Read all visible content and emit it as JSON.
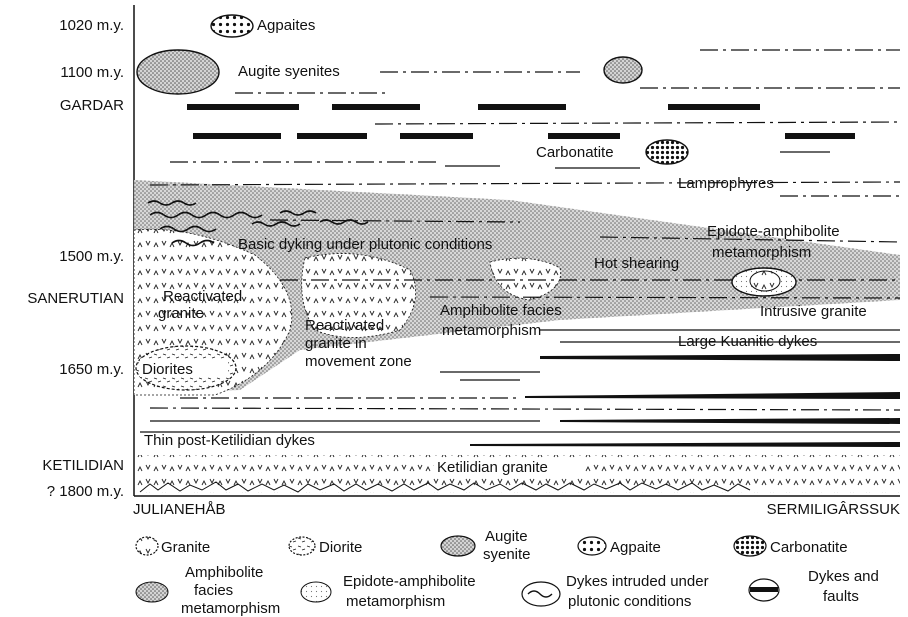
{
  "time_labels": {
    "t1020": "1020 m.y.",
    "t1100": "1100 m.y.",
    "gardar": "GARDAR",
    "t1500": "1500 m.y.",
    "sanerutian": "SANERUTIAN",
    "t1650": "1650 m.y.",
    "ketilidian": "KETILIDIAN",
    "t1800": "? 1800 m.y."
  },
  "locations": {
    "west": "JULIANEHÅB",
    "east": "SERMILIGÂRSSUK"
  },
  "body_labels": {
    "agpaites": "Agpaites",
    "augite_syenites": "Augite syenites",
    "carbonatite": "Carbonatite",
    "lamprophyres": "Lamprophyres",
    "epidote_amph_1": "Epidote-amphibolite",
    "epidote_amph_2": "metamorphism",
    "basic_dyking": "Basic dyking under plutonic conditions",
    "hot_shearing": "Hot shearing",
    "reactivated_granite_1": "Reactivated",
    "reactivated_granite_2": "granite",
    "intrusive_granite": "Intrusive granite",
    "amph_facies_1": "Amphibolite facies",
    "amph_facies_2": "metamorphism",
    "reactivated_move_1": "Reactivated",
    "reactivated_move_2": "granite in",
    "reactivated_move_3": "movement zone",
    "large_kuanitic": "Large Kuanitic dykes",
    "diorites": "Diorites",
    "thin_post_ketilidian": "Thin post-Ketilidian dykes",
    "ketilidian_granite": "Ketilidian granite"
  },
  "legend": {
    "granite": "Granite",
    "diorite": "Diorite",
    "augite_1": "Augite",
    "augite_2": "syenite",
    "agpaite": "Agpaite",
    "carbonatite": "Carbonatite",
    "amph_1": "Amphibolite",
    "amph_2": "facies",
    "amph_3": "metamorphism",
    "epi_1": "Epidote-amphibolite",
    "epi_2": "metamorphism",
    "dykes_plut_1": "Dykes intruded under",
    "dykes_plut_2": "plutonic conditions",
    "dykes_faults_1": "Dykes and",
    "dykes_faults_2": "faults"
  }
}
